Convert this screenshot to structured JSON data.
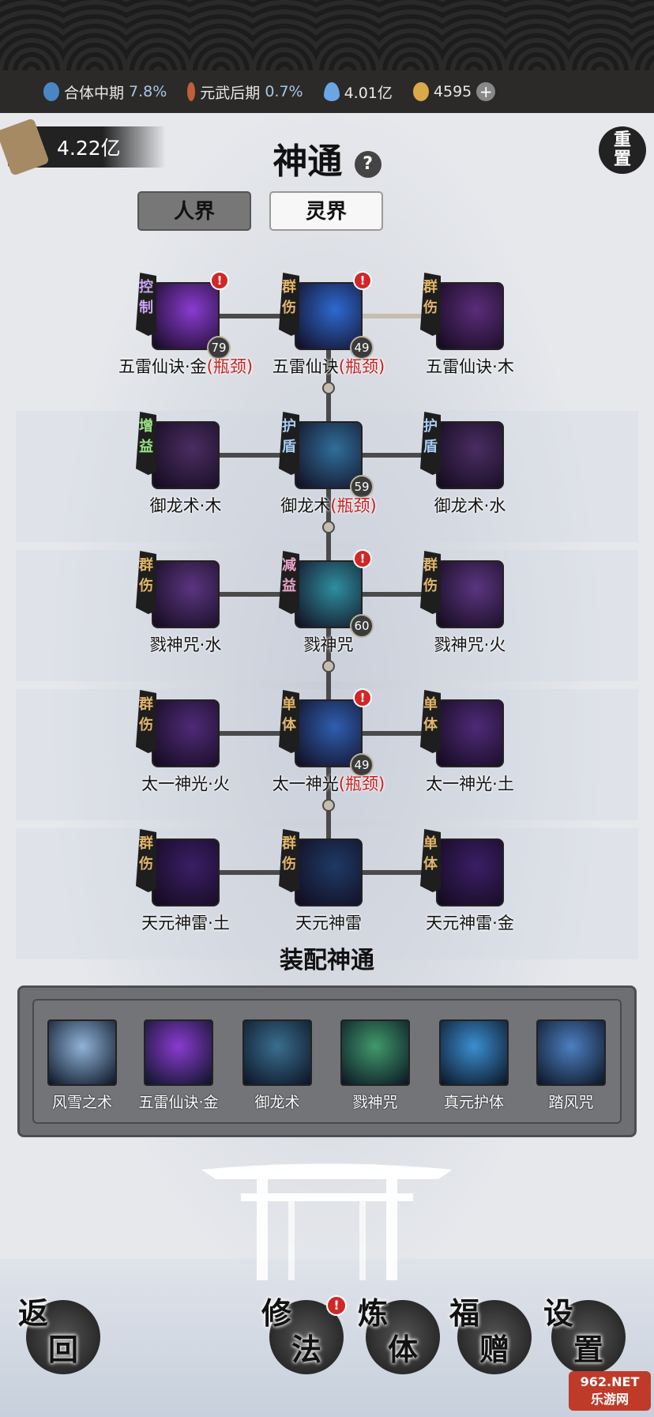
{
  "status": {
    "realm": "合体中期",
    "realm_pct": "7.8%",
    "martial": "元武后期",
    "martial_pct": "0.7%",
    "spirit_stones": "4.01亿",
    "jade": "4595"
  },
  "scroll_value": "4.22亿",
  "title": "神通",
  "help": "?",
  "reset": [
    "重",
    "置"
  ],
  "tabs": [
    {
      "label": "人界",
      "active": false
    },
    {
      "label": "灵界",
      "active": true
    }
  ],
  "tree": [
    [
      {
        "tag": "控制",
        "name": "五雷仙诀·金",
        "bottleneck": "(瓶颈)",
        "level": "79",
        "alert": true,
        "color": "#8a3bd0",
        "tagcolor": "#c9a6f2"
      },
      {
        "tag": "群伤",
        "name": "五雷仙诀",
        "bottleneck": "(瓶颈)",
        "level": "49",
        "alert": true,
        "color": "#2d6ad1",
        "tagcolor": "#e2b56a"
      },
      {
        "tag": "群伤",
        "name": "五雷仙诀·木",
        "color": "#5b2c7a",
        "tagcolor": "#e2b56a"
      }
    ],
    [
      {
        "tag": "增益",
        "name": "御龙术·木",
        "color": "#4a2d62",
        "tagcolor": "#9be38a"
      },
      {
        "tag": "护盾",
        "name": "御龙术",
        "bottleneck": "(瓶颈)",
        "level": "59",
        "color": "#2f6f9b",
        "tagcolor": "#a9cdf5"
      },
      {
        "tag": "护盾",
        "name": "御龙术·水",
        "color": "#4a2d62",
        "tagcolor": "#a9cdf5"
      }
    ],
    [
      {
        "tag": "群伤",
        "name": "戮神咒·水",
        "color": "#5b3580",
        "tagcolor": "#e2b56a"
      },
      {
        "tag": "减益",
        "name": "戮神咒",
        "level": "60",
        "alert": true,
        "color": "#2d8fa0",
        "tagcolor": "#e9a6c9"
      },
      {
        "tag": "群伤",
        "name": "戮神咒·火",
        "color": "#5b3580",
        "tagcolor": "#e2b56a"
      }
    ],
    [
      {
        "tag": "群伤",
        "name": "太一神光·火",
        "color": "#4f2a78",
        "tagcolor": "#e2b56a"
      },
      {
        "tag": "单体",
        "name": "太一神光",
        "bottleneck": "(瓶颈)",
        "level": "49",
        "alert": true,
        "color": "#2e5fb0",
        "tagcolor": "#e2b56a"
      },
      {
        "tag": "单体",
        "name": "太一神光·土",
        "color": "#4f2a78",
        "tagcolor": "#e2b56a"
      }
    ],
    [
      {
        "tag": "群伤",
        "name": "天元神雷·土",
        "color": "#3b1e66",
        "tagcolor": "#e2b56a"
      },
      {
        "tag": "群伤",
        "name": "天元神雷",
        "color": "#1e3a66",
        "tagcolor": "#e2b56a"
      },
      {
        "tag": "单体",
        "name": "天元神雷·金",
        "color": "#3b1e66",
        "tagcolor": "#e2b56a"
      }
    ]
  ],
  "equip_title": "装配神通",
  "equipped": [
    {
      "name": "风雪之术",
      "color": "#8fb3d8"
    },
    {
      "name": "五雷仙诀·金",
      "color": "#8a3bd0"
    },
    {
      "name": "御龙术",
      "color": "#3a6e8f"
    },
    {
      "name": "戮神咒",
      "color": "#3f9a6a"
    },
    {
      "name": "真元护体",
      "color": "#3a8fd0"
    },
    {
      "name": "踏风咒",
      "color": "#4d7fc0"
    }
  ],
  "nav": [
    {
      "top": "返",
      "bottom": "回"
    },
    {
      "top": "修",
      "bottom": "法",
      "alert": true
    },
    {
      "top": "炼",
      "bottom": "体"
    },
    {
      "top": "福",
      "bottom": "赠"
    },
    {
      "top": "设",
      "bottom": "置"
    }
  ],
  "watermark": [
    "962.NET",
    "乐游网"
  ]
}
